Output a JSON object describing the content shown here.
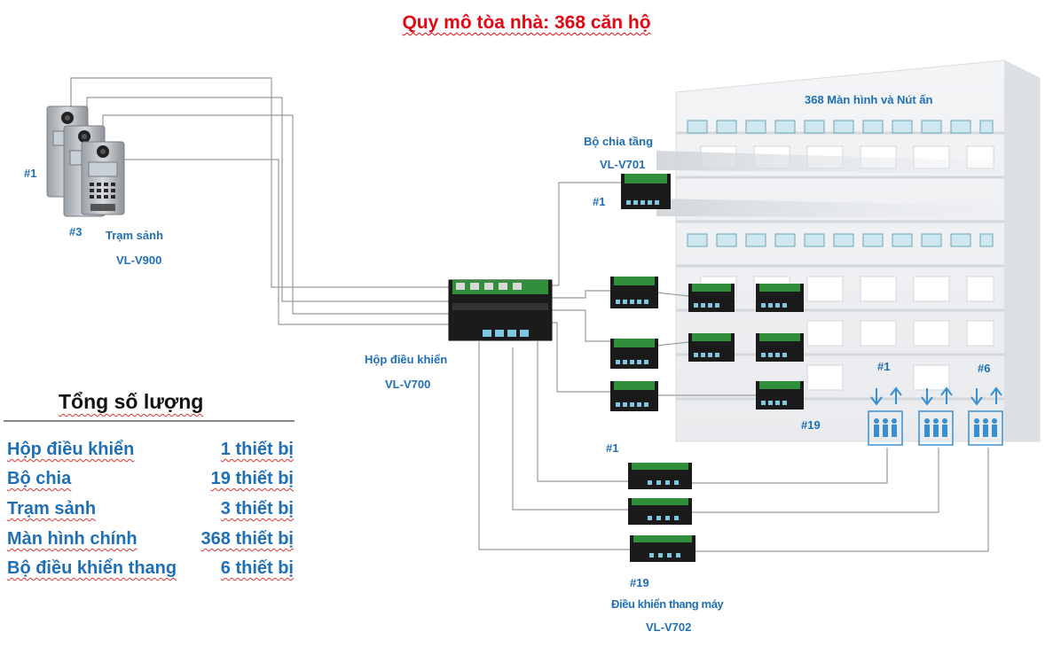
{
  "title": "Quy mô tòa nhà: 368 căn hộ",
  "labels": {
    "monitors": "368 Màn hình và Nút ấn",
    "floor_splitter_name": "Bộ chia tầng",
    "floor_splitter_model": "VL-V701",
    "splitter_first": "#1",
    "splitter_last": "#19",
    "lobby_first": "#1",
    "lobby_last": "#3",
    "lobby_name": "Trạm sảnh",
    "lobby_model": "VL-V900",
    "control_name": "Hộp điều khiển",
    "control_model": "VL-V700",
    "elevator_first": "#1",
    "elevator_last": "#6",
    "elevator_ctrl_first": "#1",
    "elevator_ctrl_last": "#19",
    "elevator_ctrl_name": "Điều khiển thang máy",
    "elevator_ctrl_model": "VL-V702"
  },
  "summary": {
    "title": "Tổng số lượng",
    "rows": [
      {
        "label": "Hộp điều khiển",
        "value": "1 thiết bị"
      },
      {
        "label": "Bộ chia",
        "value": "19 thiết bị"
      },
      {
        "label": "Trạm sảnh",
        "value": "3 thiết bị"
      },
      {
        "label": "Màn hình chính",
        "value": "368 thiết bị"
      },
      {
        "label": "Bộ điều khiển thang",
        "value": "6 thiết bị"
      }
    ]
  },
  "colors": {
    "title": "#e30613",
    "label": "#1f6fb5",
    "wire": "#9a9a9a",
    "device_green": "#2f8f3a",
    "device_dark": "#1b1b1b"
  }
}
